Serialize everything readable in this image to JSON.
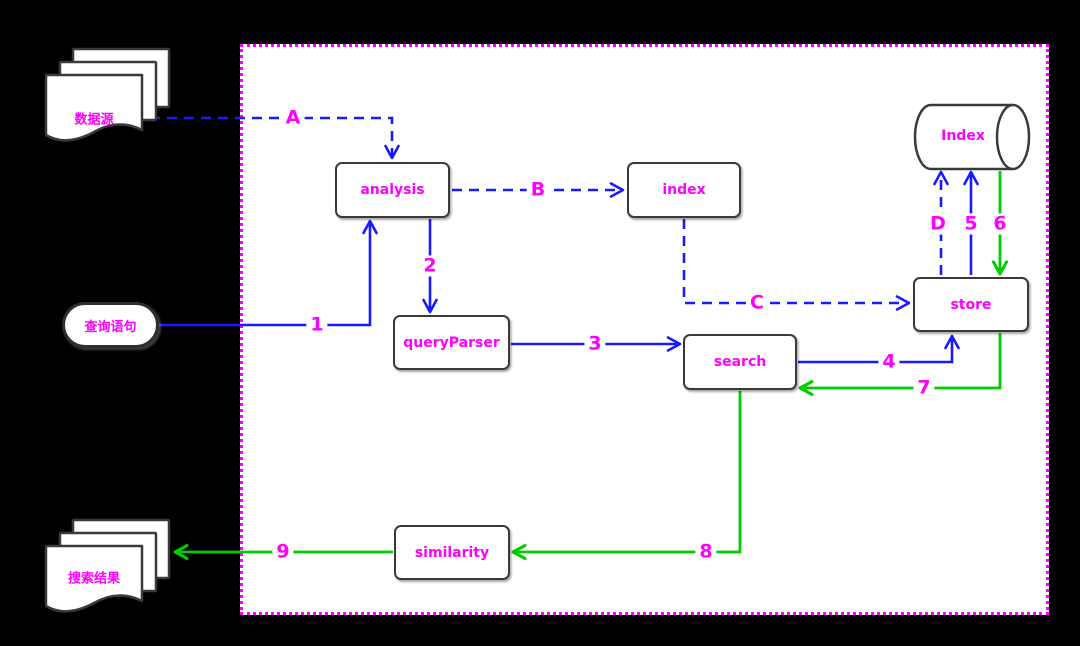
{
  "colors": {
    "background": "#000000",
    "panel_fill": "#ffffff",
    "panel_border": "#ff00ff",
    "arrow_blue": "#1a1aff",
    "arrow_green": "#00cc00",
    "label_magenta": "#ff00ff",
    "shape_border": "#3a3a3a"
  },
  "external_nodes": [
    {
      "id": "data-source",
      "label": "数据源",
      "shape": "document-stack"
    },
    {
      "id": "query-statement",
      "label": "查询语句",
      "shape": "stadium"
    },
    {
      "id": "search-results",
      "label": "搜索结果",
      "shape": "document-stack"
    }
  ],
  "nodes": [
    {
      "id": "analysis",
      "label": "analysis",
      "shape": "box"
    },
    {
      "id": "index",
      "label": "index",
      "shape": "box"
    },
    {
      "id": "query-parser",
      "label": "queryParser",
      "shape": "box"
    },
    {
      "id": "search",
      "label": "search",
      "shape": "box"
    },
    {
      "id": "store",
      "label": "store",
      "shape": "box"
    },
    {
      "id": "similarity",
      "label": "similarity",
      "shape": "box"
    },
    {
      "id": "index-db",
      "label": "Index",
      "shape": "cylinder"
    }
  ],
  "edges": [
    {
      "label": "A",
      "style": "dashed",
      "color": "#1a1aff",
      "from": "data-source",
      "to": "analysis"
    },
    {
      "label": "B",
      "style": "dashed",
      "color": "#1a1aff",
      "from": "analysis",
      "to": "index"
    },
    {
      "label": "C",
      "style": "dashed",
      "color": "#1a1aff",
      "from": "index",
      "to": "store"
    },
    {
      "label": "D",
      "style": "dashed",
      "color": "#1a1aff",
      "from": "store",
      "to": "index-db"
    },
    {
      "label": "1",
      "style": "solid",
      "color": "#1a1aff",
      "from": "query-statement",
      "to": "analysis"
    },
    {
      "label": "2",
      "style": "solid",
      "color": "#1a1aff",
      "from": "analysis",
      "to": "query-parser"
    },
    {
      "label": "3",
      "style": "solid",
      "color": "#1a1aff",
      "from": "query-parser",
      "to": "search"
    },
    {
      "label": "4",
      "style": "solid",
      "color": "#1a1aff",
      "from": "search",
      "to": "store"
    },
    {
      "label": "5",
      "style": "solid",
      "color": "#1a1aff",
      "from": "store",
      "to": "index-db"
    },
    {
      "label": "6",
      "style": "solid",
      "color": "#00cc00",
      "from": "index-db",
      "to": "store"
    },
    {
      "label": "7",
      "style": "solid",
      "color": "#00cc00",
      "from": "store",
      "to": "search"
    },
    {
      "label": "8",
      "style": "solid",
      "color": "#00cc00",
      "from": "search",
      "to": "similarity"
    },
    {
      "label": "9",
      "style": "solid",
      "color": "#00cc00",
      "from": "similarity",
      "to": "search-results"
    }
  ]
}
